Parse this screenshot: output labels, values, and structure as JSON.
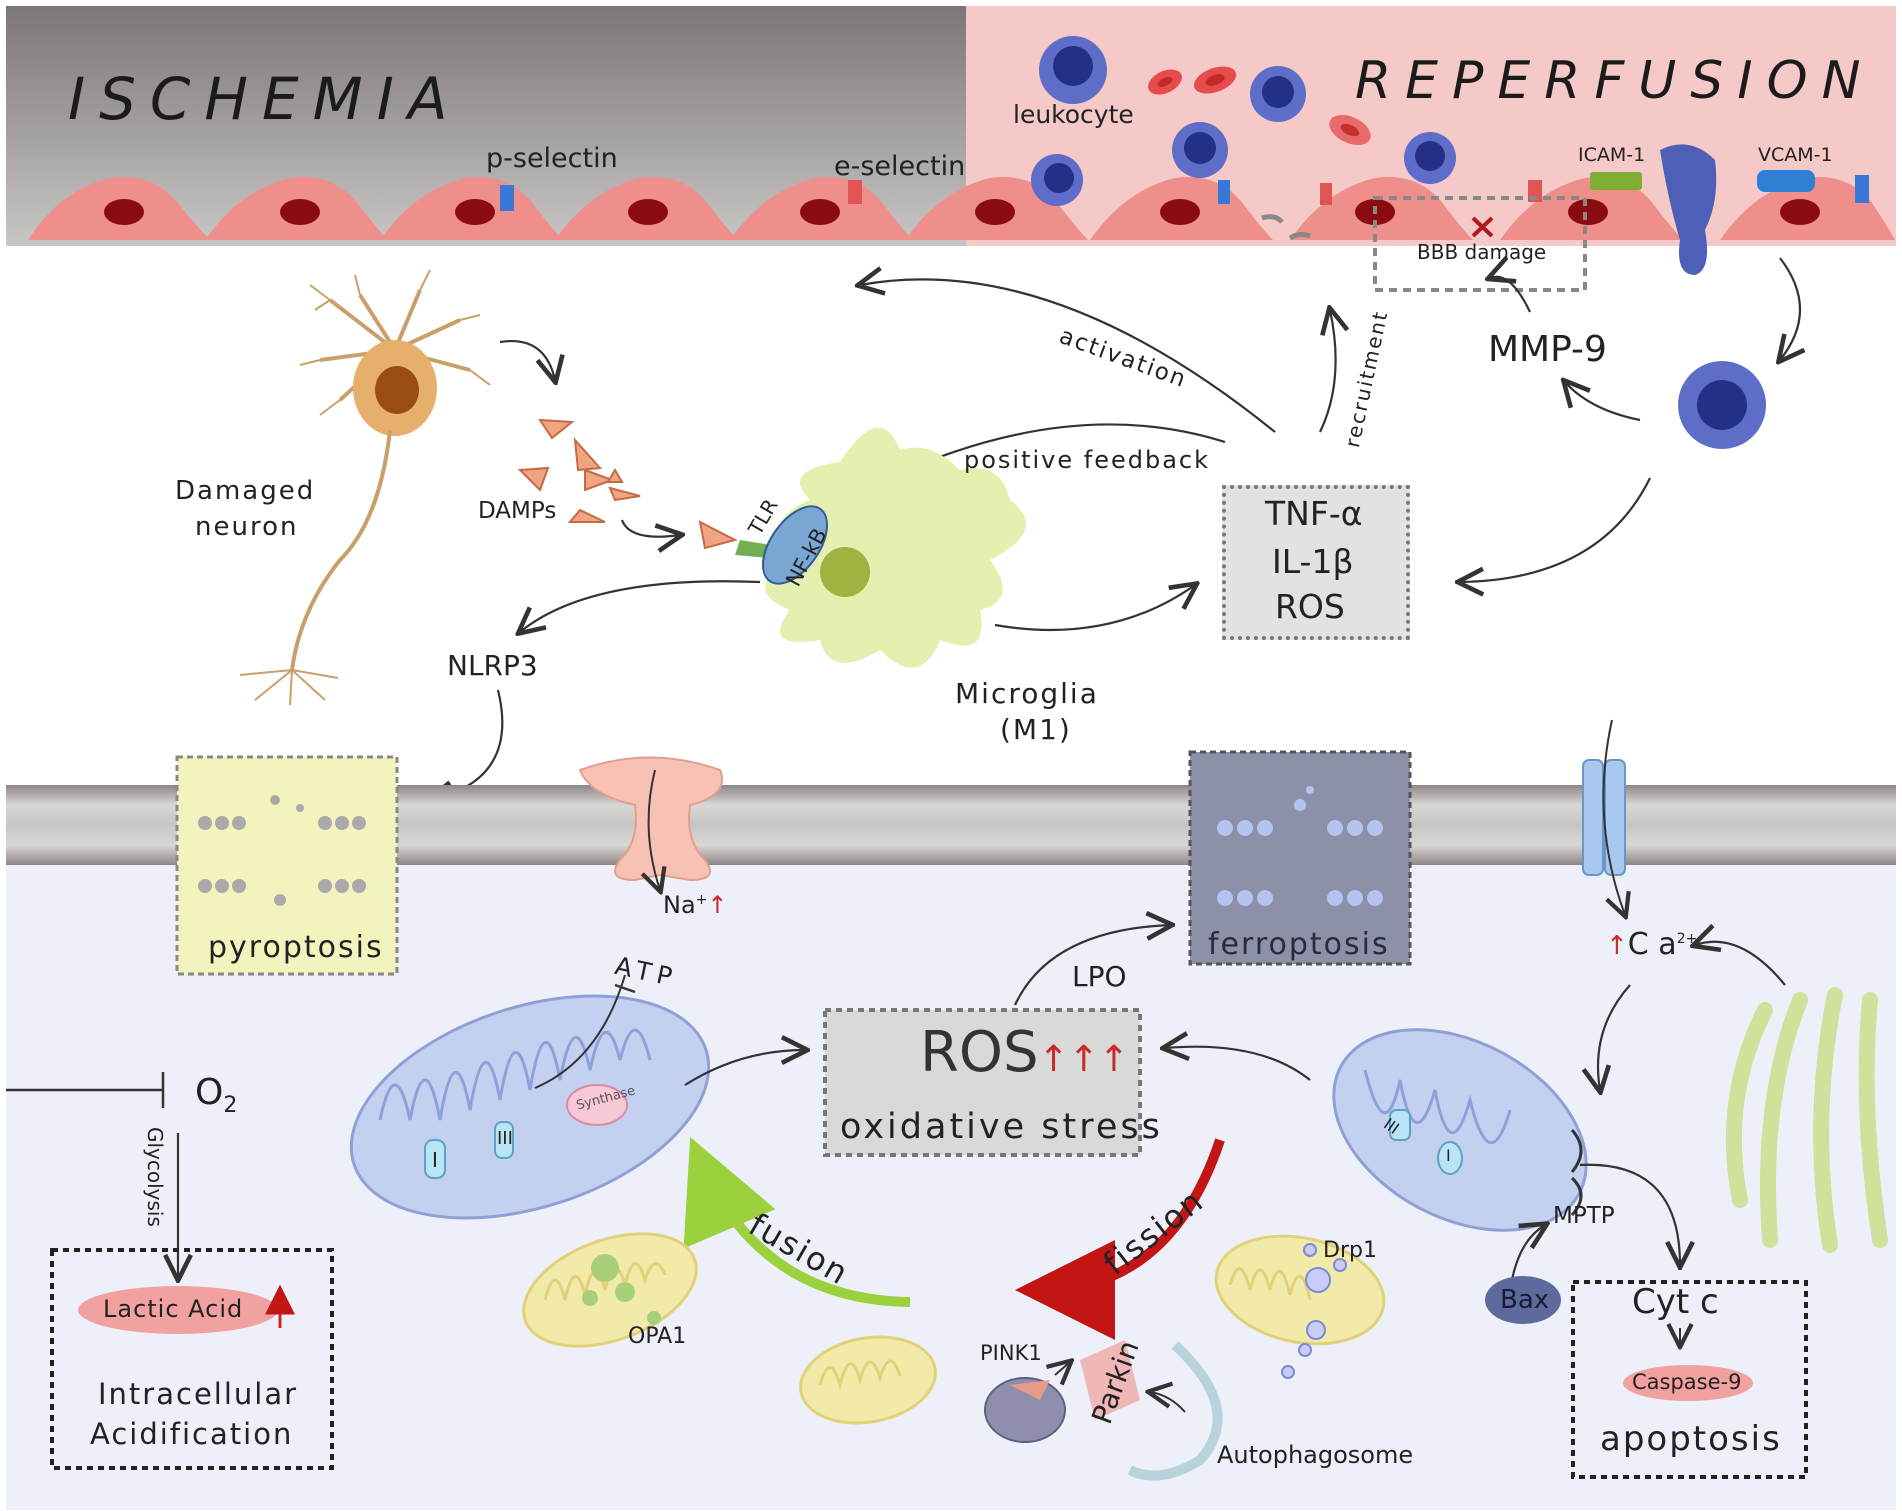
{
  "header": {
    "ischemia_title": "ISCHEMIA",
    "reperfusion_title": "REPERFUSION",
    "leukocyte_label": "leukocyte",
    "p_selectin_label": "p-selectin",
    "e_selectin_label": "e-selectin",
    "icam_label": "ICAM-1",
    "vcam_label": "VCAM-1",
    "bbb_label": "BBB damage"
  },
  "middle": {
    "activation": "activation",
    "recruitment": "recruitment",
    "mmp9": "MMP-9",
    "positive_feedback": "positive feedback",
    "damaged_neuron": [
      "Damaged",
      "neuron"
    ],
    "damps": "DAMPs",
    "tlr": "TLR",
    "nfkb": "NF-kB",
    "cytokines": [
      "TNF-α",
      "IL-1β",
      "ROS"
    ],
    "nlrp3": "NLRP3",
    "microglia": [
      "Microglia",
      "(M1)"
    ]
  },
  "cell": {
    "pyroptosis": "pyroptosis",
    "ferroptosis": "ferroptosis",
    "na": "Na",
    "na_sup": "+",
    "ca_pre": "C",
    "ca": "a",
    "ca_sup": "2+",
    "atp": "ATP",
    "lpo": "LPO",
    "ros": "ROS",
    "oxidative_stress": "oxidative stress",
    "o2": "O",
    "o2_sub": "2",
    "glycolysis": "Glycolysis",
    "lactic_acid": "Lactic Acid",
    "acidification": [
      "Intracellular",
      "Acidification"
    ],
    "synthase": "Synthase",
    "complex_i": "I",
    "complex_iii": "III",
    "fusion": "fusion",
    "fission": "fission",
    "opa1": "OPA1",
    "drp1": "Drp1",
    "pink1": "PINK1",
    "parkin": "Parkin",
    "autophagosome": "Autophagosome",
    "mptp": "MPTP",
    "bax": "Bax",
    "cytc": "Cyt c",
    "caspase9": "Caspase-9",
    "apoptosis": "apoptosis"
  },
  "colors": {
    "ischemia_bg": "#8a8482",
    "reperfusion_bg": "#f3c8c6",
    "endothelial": "#ef8f8c",
    "nucleus": "#8a0b10",
    "leukocyte": "#5d6dc8",
    "microglia": "#e6f0b0",
    "cell_interior": "#edf0f9",
    "membrane": "#a8a0a0"
  }
}
